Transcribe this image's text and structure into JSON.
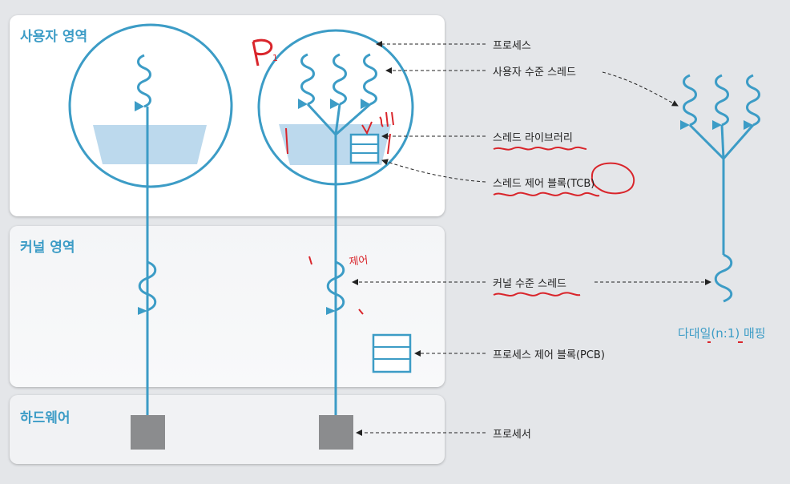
{
  "regions": {
    "user": "사용자 영역",
    "kernel": "커널 영역",
    "hardware": "하드웨어"
  },
  "callouts": {
    "process": "프로세스",
    "user_thread": "사용자 수준 스레드",
    "thread_library": "스레드 라이브러리",
    "tcb": "스레드 제어 블록(TCB)",
    "kernel_thread": "커널 수준 스레드",
    "pcb": "프로세스 제어 블록(PCB)",
    "processor": "프로세서"
  },
  "mapping": {
    "label": "다대일(n:1) 매핑"
  },
  "annotations": {
    "p1": "P",
    "p1_sub": "1",
    "kernel_note": "제어"
  },
  "colors": {
    "accent": "#3c9cc6",
    "library_fill": "#bcd9ed",
    "processor": "#8b8c8e",
    "ink": "#d9252b"
  }
}
